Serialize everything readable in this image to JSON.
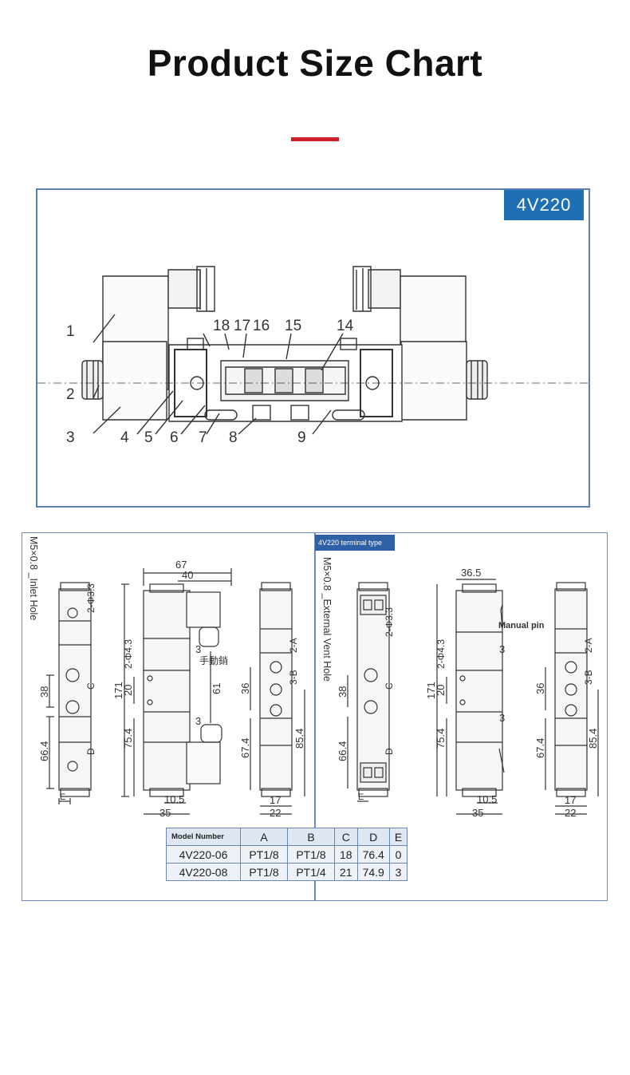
{
  "header": {
    "title": "Product Size Chart"
  },
  "colors": {
    "accent": "#d0202c",
    "badge_bg": "#1f6fb5",
    "frame": "#5a7fb5"
  },
  "section_view": {
    "badge": "4V220",
    "callouts": [
      "1",
      "2",
      "3",
      "4",
      "5",
      "6",
      "7",
      "8",
      "9",
      "14",
      "15",
      "16",
      "17",
      "18"
    ]
  },
  "dimension_view": {
    "terminal_tag": "4V220 terminal type",
    "left": {
      "inlet_label": "M5×0.8 _Inlet Hole",
      "hole_label": "2-Φ3.3",
      "c_label": "C",
      "d_label": "D",
      "e_label": "E",
      "dim_38": "38",
      "dim_66_4": "66.4",
      "front_67": "67",
      "front_40": "40",
      "front_171": "171",
      "front_hole": "2-Φ4.3",
      "front_20": "20",
      "front_61": "61",
      "front_75_4": "75.4",
      "front_10_5": "10.5",
      "front_35": "35",
      "front_3a": "3",
      "front_3b": "3",
      "manual_cn": "手動銷",
      "side_2a": "2-A",
      "side_3b": "3-B",
      "side_36": "36",
      "side_67_4": "67.4",
      "side_85_4": "85.4",
      "side_17": "17",
      "side_22": "22"
    },
    "right": {
      "vent_label": "M5×0.8 _External Vent Hole",
      "hole_label": "2-Φ3.3",
      "c_label": "C",
      "d_label": "D",
      "e_label": "E",
      "dim_38": "38",
      "dim_66_4": "66.4",
      "front_36_5": "36.5",
      "front_171": "171",
      "front_hole": "2-Φ4.3",
      "front_20": "20",
      "front_75_4": "75.4",
      "front_10_5": "10.5",
      "front_35": "35",
      "front_3a": "3",
      "front_3b": "3",
      "manual_pin": "Manual pin",
      "side_2a": "2-A",
      "side_3b": "3-B",
      "side_36": "36",
      "side_67_4": "67.4",
      "side_85_4": "85.4",
      "side_17": "17",
      "side_22": "22"
    }
  },
  "size_table": {
    "headers": [
      "Model Number",
      "A",
      "B",
      "C",
      "D",
      "E"
    ],
    "rows": [
      [
        "4V220-06",
        "PT1/8",
        "PT1/8",
        "18",
        "76.4",
        "0"
      ],
      [
        "4V220-08",
        "PT1/8",
        "PT1/4",
        "21",
        "74.9",
        "3"
      ]
    ]
  }
}
